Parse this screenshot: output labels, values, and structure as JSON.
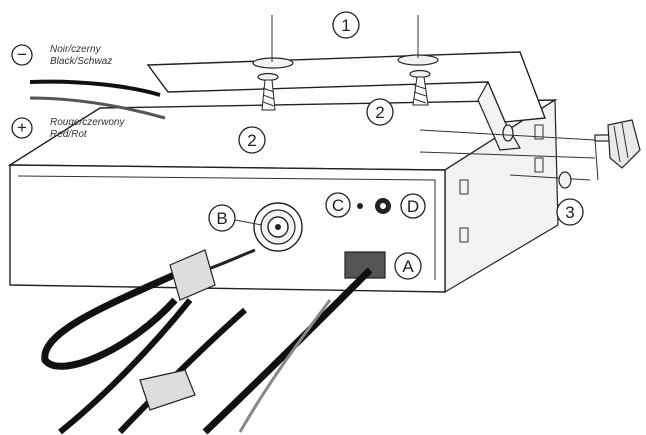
{
  "wires": {
    "negative": {
      "symbol": "−",
      "label_1": "Noir/czerny",
      "label_2": "Black/Schwaz"
    },
    "positive": {
      "symbol": "+",
      "label_1": "Rouge/czerwony",
      "label_2": "Red/Rot"
    }
  },
  "callouts": {
    "bracket": "1",
    "screw_left": "2",
    "screw_right": "2",
    "knob_washer": "3",
    "power_socket": "A",
    "antenna_socket": "B",
    "jack_c": "C",
    "jack_d": "D"
  },
  "colors": {
    "line": "#222222",
    "cable": "#111111",
    "background": "#ffffff"
  }
}
